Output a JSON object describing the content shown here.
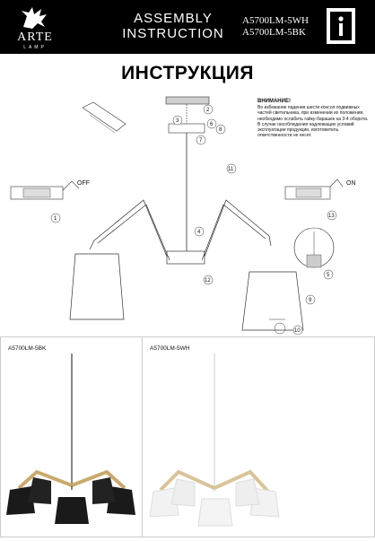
{
  "header": {
    "brand": "ARTE",
    "brand_sub": "LAMP",
    "title_line1": "ASSEMBLY",
    "title_line2": "INSTRUCTION",
    "model_1": "A5700LM-5WH",
    "model_2": "A5700LM-5BK"
  },
  "main_title": "ИНСТРУКЦИЯ",
  "warning": {
    "heading": "ВНИМАНИЕ!",
    "text": "Во избежание падения шести консол подвижных частей светильника, при изменении их положения, необходимо ослабить гайку-барашек на 3-4 оборота. В случае несоблюдения надлежащих условий эксплуатации продукции, изготовитель ответственности не несет."
  },
  "diagram": {
    "off_label": "OFF",
    "on_label": "ON",
    "step_numbers": [
      "1",
      "2",
      "3",
      "4",
      "5",
      "6",
      "7",
      "8",
      "9",
      "10",
      "11",
      "12",
      "13"
    ]
  },
  "photos": {
    "left_label": "A5700LM-5BK",
    "right_label": "A5700LM-5WH"
  }
}
